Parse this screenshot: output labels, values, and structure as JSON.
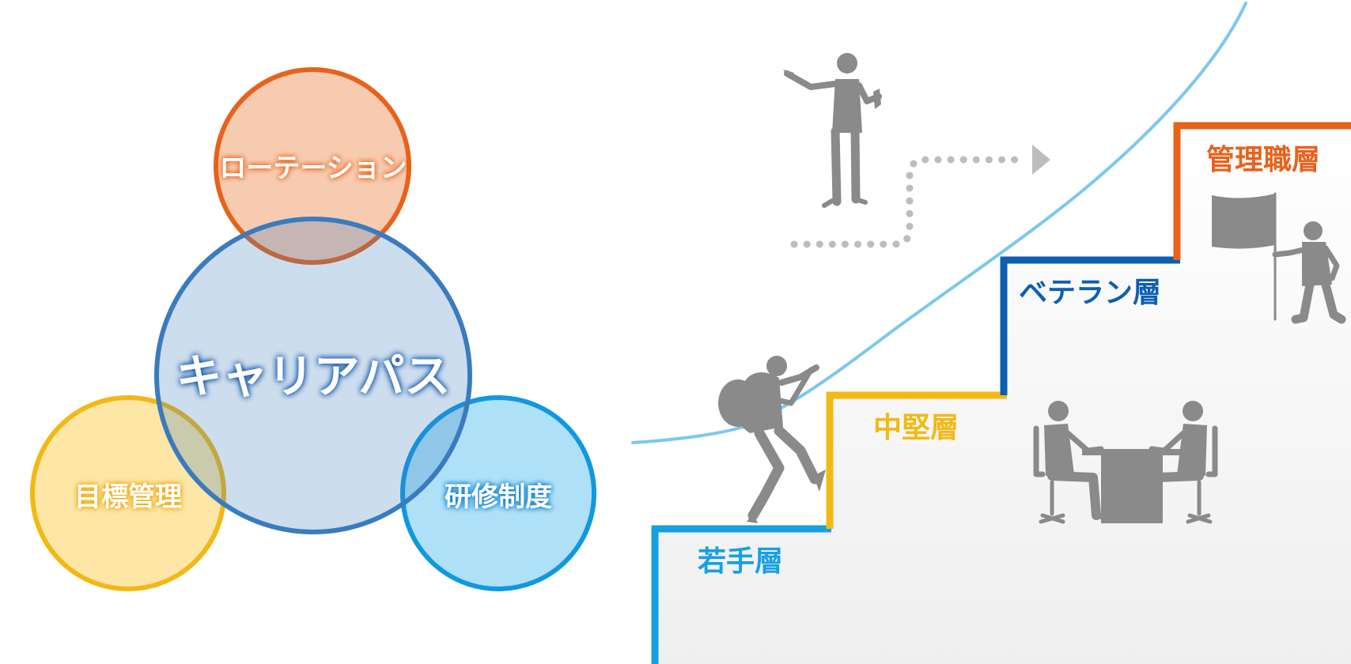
{
  "venn": {
    "center_label": "キャリアパス",
    "top_label": "ローテーション",
    "left_label": "目標管理",
    "right_label": "研修制度",
    "colors": {
      "center": "#3a7bbf",
      "top": "#e8621a",
      "left": "#f3b814",
      "right": "#1098e0"
    }
  },
  "stairs": {
    "levels": [
      {
        "label": "若手層",
        "color": "#17a0e0"
      },
      {
        "label": "中堅層",
        "color": "#f3b814"
      },
      {
        "label": "ベテラン層",
        "color": "#0d5fb2"
      },
      {
        "label": "管理職層",
        "color": "#e8621a"
      }
    ],
    "rope_color": "#7cc8ee",
    "figure_color": "#8a8a8a"
  },
  "icons": {
    "presenter": "presenter-icon",
    "climber": "climber-icon",
    "meeting": "meeting-icon",
    "flag_holder": "flag-holder-icon",
    "arrow": "dotted-arrow-icon"
  }
}
